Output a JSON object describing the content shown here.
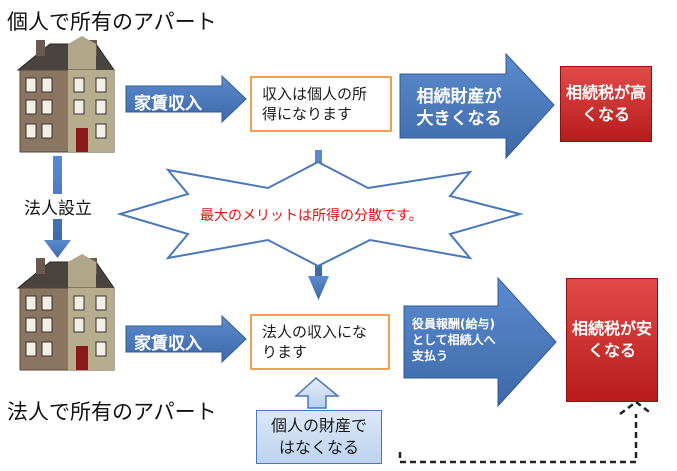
{
  "top": {
    "title": "個人で所有のアパート",
    "rent_label": "家賃収入",
    "income_text": "収入は個人の所得になります",
    "estate_arrow_text": "相続財産が大きくなる",
    "tax_box_text": "相続税が高くなる"
  },
  "middle": {
    "incorporate_label": "法人設立",
    "merit_text": "最大のメリットは所得の分散です。"
  },
  "bottom": {
    "title": "法人で所有のアパート",
    "rent_label": "家賃収入",
    "income_text": "法人の収入になります",
    "salary_arrow_text": "役員報酬(給与)として相続人へ支払う",
    "tax_box_text": "相続税が安くなる",
    "not_personal_text": "個人の財産ではなくなる"
  },
  "colors": {
    "arrow_blue": "#4a78b8",
    "tax_red": "#c62828",
    "label_border": "#f0a050",
    "merit_text": "#e01010"
  }
}
